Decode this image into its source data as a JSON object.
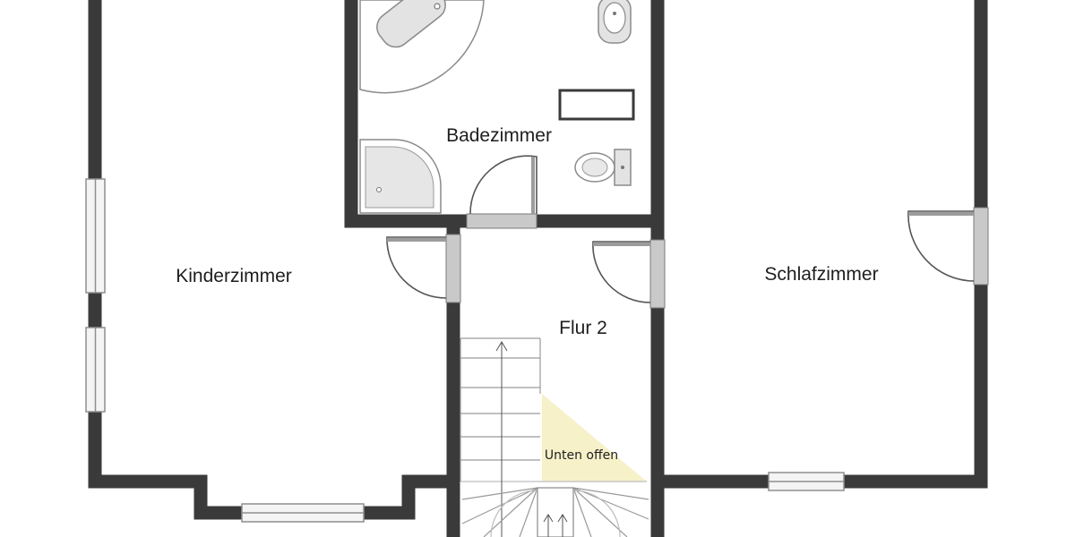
{
  "rooms": {
    "kinderzimmer": "Kinderzimmer",
    "badezimmer": "Badezimmer",
    "flur": "Flur 2",
    "schlafzimmer": "Schlafzimmer"
  },
  "notes": {
    "unten_offen": "Unten offen"
  },
  "colors": {
    "wall": "#3a3a3a",
    "window": "#d9d9d9",
    "door_leaf": "#b8b8b8",
    "fixture": "#e6e6e6",
    "open_area": "#f7f1c9"
  }
}
